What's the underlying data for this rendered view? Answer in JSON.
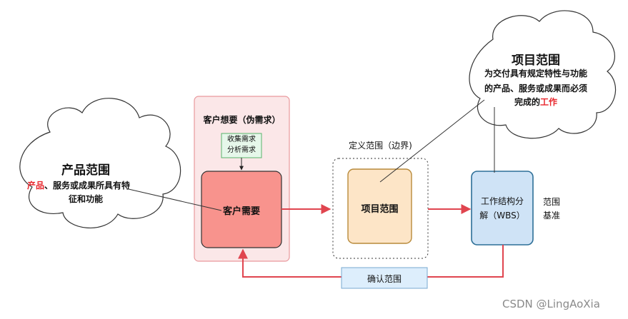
{
  "product_scope": {
    "title": "产品范围",
    "desc_highlight": "产品",
    "desc_line1_rest": "、服务或成果所具有特",
    "desc_line2": "征和功能"
  },
  "project_scope_cloud": {
    "title": "项目范围",
    "line1": "为交付具有规定特性与功能",
    "line2": "的产品、服务或成果而必须",
    "line3_prefix": "完成的",
    "line3_highlight": "工作"
  },
  "customer_wants": {
    "label": "客户想要（伪需求）",
    "process_line1": "收集需求",
    "process_line2": "分析需求"
  },
  "customer_needs": {
    "label": "客户需要"
  },
  "define_scope": {
    "label": "定义范围（边界)"
  },
  "project_scope_box": {
    "label": "项目范围"
  },
  "wbs": {
    "line1": "工作结构分",
    "line2": "解（WBS）"
  },
  "scope_baseline": {
    "line1": "范围",
    "line2": "基准"
  },
  "confirm_scope": {
    "label": "确认范围"
  },
  "watermark": {
    "text": "CSDN @LingAoXia"
  },
  "colors": {
    "arrow_red": "#e0454f",
    "customer_wants_fill": "#fbe7e8",
    "customer_wants_border": "#e9999d",
    "customer_needs_fill": "#f8938d",
    "project_scope_fill": "#fde5c7",
    "project_scope_border": "#b88a3a",
    "wbs_fill": "#cfe3f6",
    "wbs_border": "#2d6f97",
    "confirm_fill": "#ddeefc",
    "confirm_border": "#78a8d0",
    "process_fill": "#e6f7ea",
    "process_border": "#59b36b",
    "highlight_red": "#e8262c"
  }
}
